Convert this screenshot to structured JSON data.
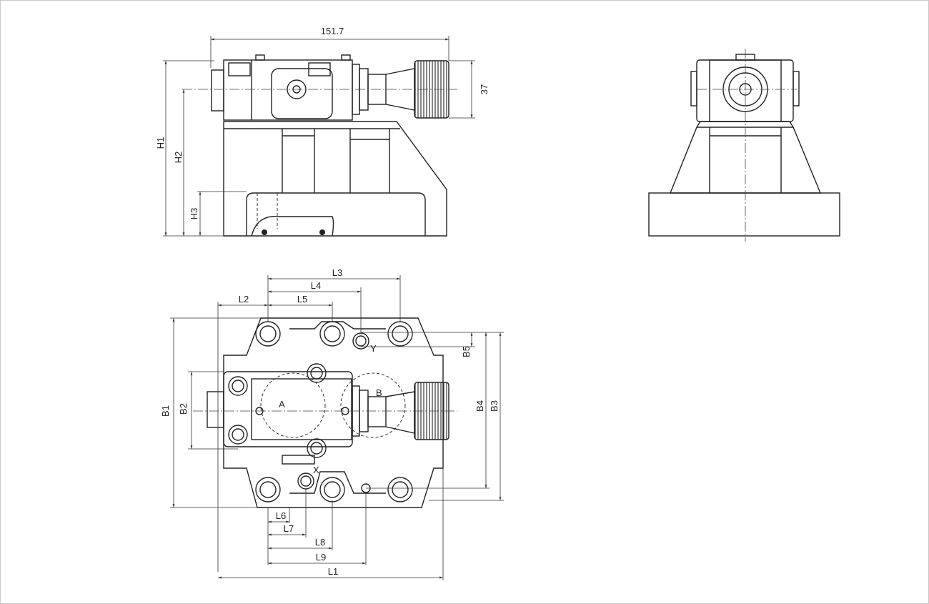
{
  "front_view": {
    "overall_length": "151.7",
    "knob_height": "37",
    "h1": "H1",
    "h2": "H2",
    "h3": "H3"
  },
  "bottom_view": {
    "l1": "L1",
    "l2": "L2",
    "l3": "L3",
    "l4": "L4",
    "l5": "L5",
    "l6": "L6",
    "l7": "L7",
    "l8": "L8",
    "l9": "L9",
    "b1": "B1",
    "b2": "B2",
    "b3": "B3",
    "b4": "B4",
    "b5": "B5",
    "port_a": "A",
    "port_b": "B",
    "port_x": "X",
    "port_y": "Y"
  }
}
